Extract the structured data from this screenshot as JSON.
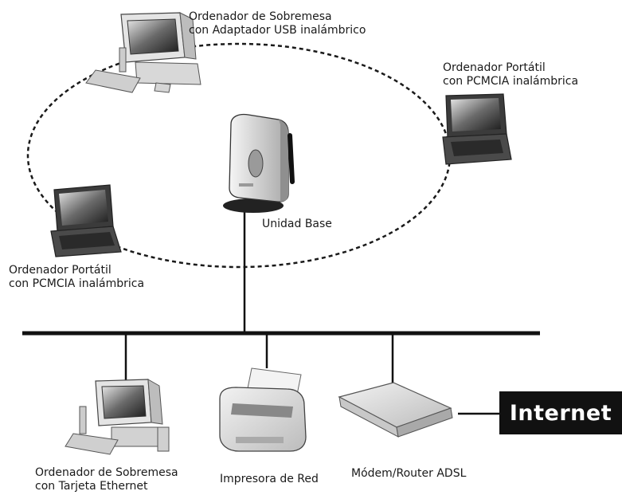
{
  "nodes": {
    "desktop_usb": {
      "line1": "Ordenador de Sobremesa",
      "line2": "con Adaptador USB inalámbrico"
    },
    "laptop_right": {
      "line1": "Ordenador Portátil",
      "line2": "con PCMCIA inalámbrica"
    },
    "laptop_left": {
      "line1": "Ordenador Portátil",
      "line2": "con PCMCIA inalámbrica"
    },
    "base_unit": {
      "label": "Unidad Base"
    },
    "desktop_ethernet": {
      "line1": "Ordenador de Sobremesa",
      "line2": "con Tarjeta Ethernet"
    },
    "printer": {
      "label": "Impresora de Red"
    },
    "modem": {
      "label": "Módem/Router ADSL"
    },
    "internet": {
      "label": "Internet"
    }
  }
}
